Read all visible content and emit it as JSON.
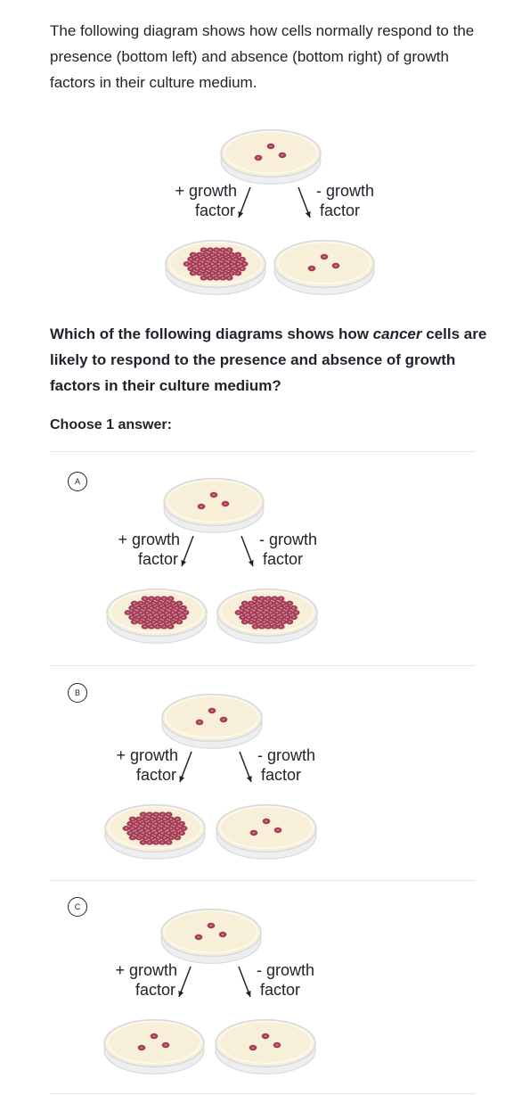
{
  "intro_text": "The following diagram shows how cells normally respond to the presence (bottom left) and absence (bottom right) of growth factors in their culture medium.",
  "question": {
    "part1": "Which of the following diagrams shows how ",
    "emphasis": "cancer",
    "part2": " cells are likely to respond to the presence and absence of growth factors in their culture medium?"
  },
  "choose_label": "Choose 1 answer:",
  "diagram_labels": {
    "plus_line1": "+ growth",
    "plus_line2": "factor",
    "minus_line1": "- growth",
    "minus_line2": "factor"
  },
  "colors": {
    "dish_fill": "#f7efd8",
    "dish_rim": "#d8dadc",
    "cell_fill": "#a33d57",
    "cell_spot": "#cf7088",
    "text": "#21242c",
    "divider": "#e3e5e8"
  },
  "choices": [
    {
      "letter": "A",
      "left_dish": "many",
      "right_dish": "many"
    },
    {
      "letter": "B",
      "left_dish": "many",
      "right_dish": "few"
    },
    {
      "letter": "C",
      "left_dish": "few",
      "right_dish": "few"
    }
  ]
}
